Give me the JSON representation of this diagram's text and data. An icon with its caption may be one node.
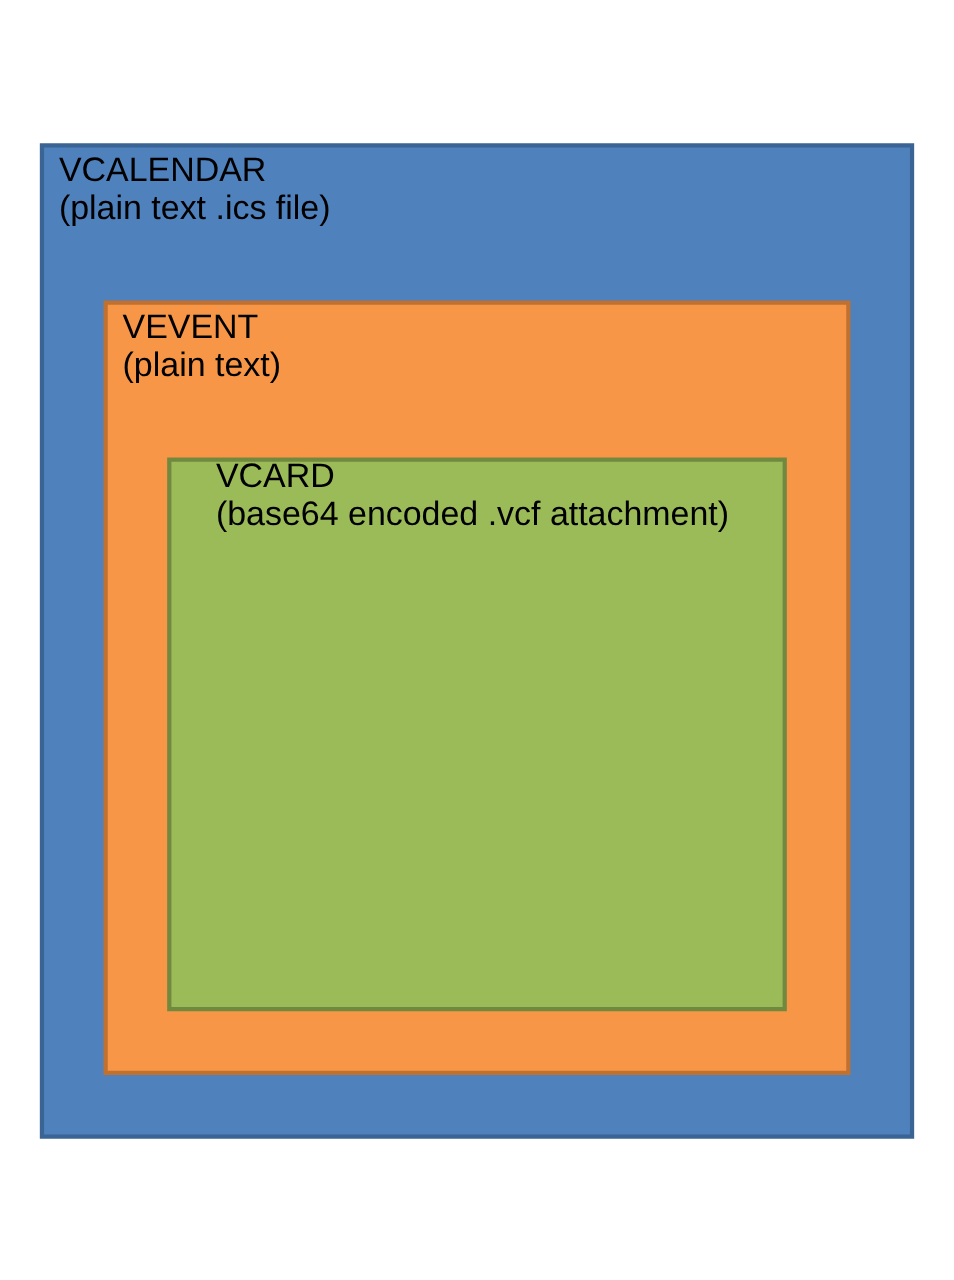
{
  "diagram": {
    "nodes": [
      {
        "text": [
          "VCALENDAR",
          "(plain text .ics file)"
        ]
      },
      {
        "text": [
          "VEVENT",
          "(plain text)"
        ],
        "in": 0
      },
      {
        "text": [
          "VCARD",
          "(base64 encoded .vcf attachment)"
        ],
        "in": 1
      }
    ]
  }
}
